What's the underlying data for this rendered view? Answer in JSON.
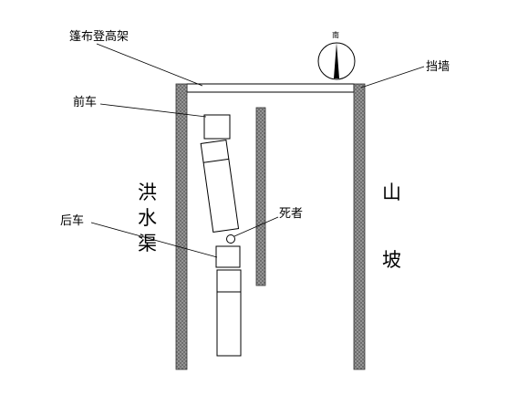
{
  "labels": {
    "tent_frame": "篷布登高架",
    "retaining_wall": "挡墙",
    "front_truck": "前车",
    "rear_truck": "后车",
    "deceased": "死者",
    "flood_channel": [
      "洪",
      "水",
      "渠"
    ],
    "hillside": [
      "山",
      "坡"
    ],
    "compass": "南"
  },
  "colors": {
    "wall_fill": "#8a8a8a",
    "line": "#000000",
    "background": "#ffffff"
  }
}
